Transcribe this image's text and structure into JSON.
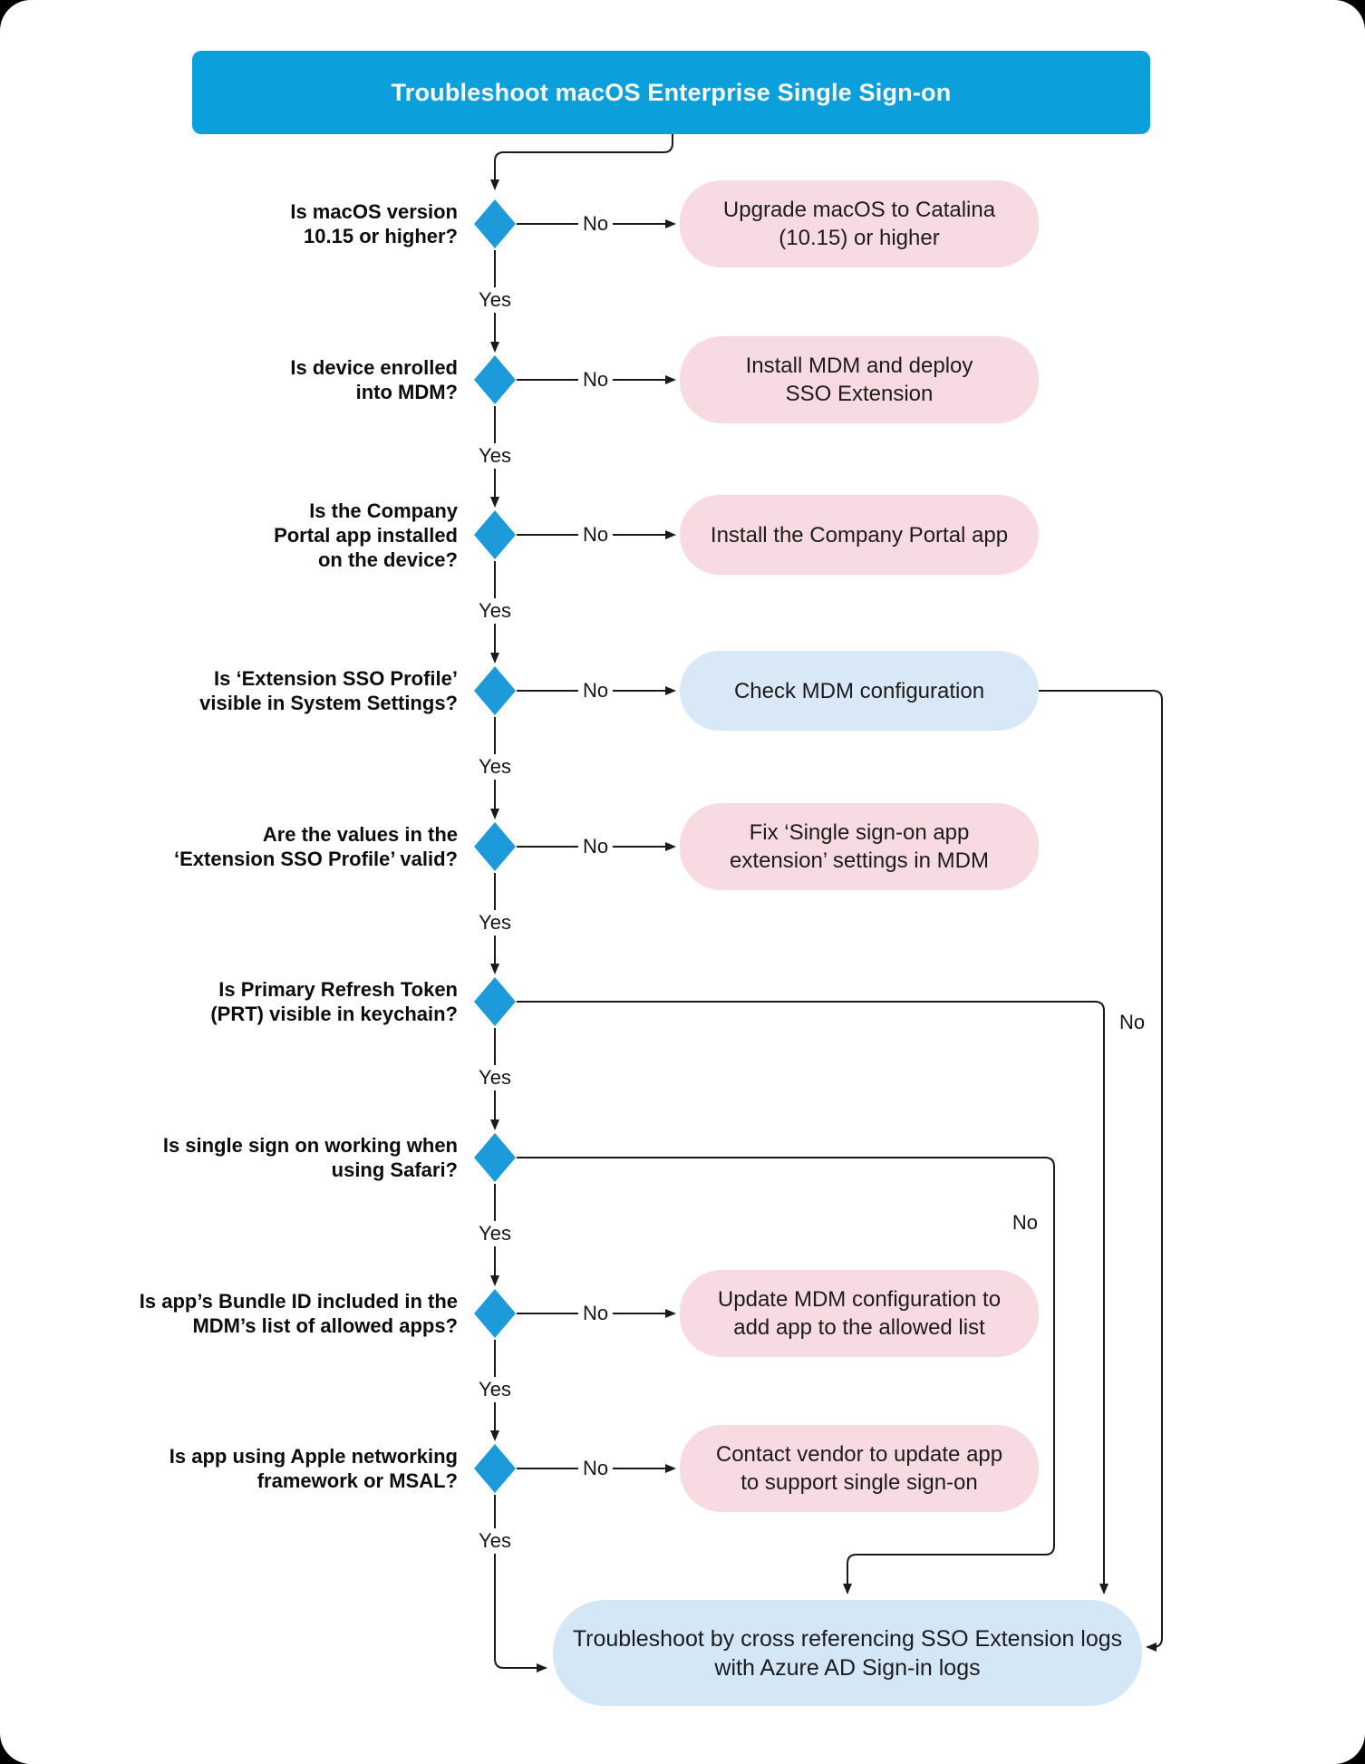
{
  "title": "Troubleshoot macOS Enterprise Single Sign-on",
  "labels": {
    "yes": "Yes",
    "no": "No"
  },
  "colors": {
    "header_blue": "#0b9fdb",
    "diamond_blue": "#1c9ad9",
    "action_pink": "#f8dbe2",
    "action_blue": "#d9e8f7",
    "end_blue": "#d4e7f7",
    "line": "#1a1a1a"
  },
  "steps": [
    {
      "question": "Is macOS version\n10.15 or higher?",
      "no_action": "Upgrade macOS to Catalina\n(10.15) or higher",
      "action_type": "pink"
    },
    {
      "question": "Is device enrolled\ninto MDM?",
      "no_action": "Install MDM and deploy\nSSO Extension",
      "action_type": "pink"
    },
    {
      "question": "Is the Company\nPortal app installed\non the device?",
      "no_action": "Install the Company Portal app",
      "action_type": "pink"
    },
    {
      "question": "Is ‘Extension SSO Profile’\nvisible in System Settings?",
      "no_action": "Check MDM configuration",
      "action_type": "blue"
    },
    {
      "question": "Are the values in the\n‘Extension SSO Profile’ valid?",
      "no_action": "Fix ‘Single sign-on app\nextension’ settings in MDM",
      "action_type": "pink"
    },
    {
      "question": "Is Primary Refresh Token\n(PRT) visible in keychain?",
      "no_action": null,
      "action_type": "route-to-end"
    },
    {
      "question": "Is single sign on working when\nusing Safari?",
      "no_action": null,
      "action_type": "route-to-end"
    },
    {
      "question": "Is app’s Bundle ID included in the\nMDM’s list of allowed apps?",
      "no_action": "Update MDM configuration to\nadd app to the allowed list",
      "action_type": "pink"
    },
    {
      "question": "Is app using Apple networking\nframework or MSAL?",
      "no_action": "Contact vendor to update app\nto support single sign-on",
      "action_type": "pink"
    }
  ],
  "end": {
    "text": "Troubleshoot by cross referencing SSO Extension logs\nwith Azure AD Sign-in logs"
  }
}
